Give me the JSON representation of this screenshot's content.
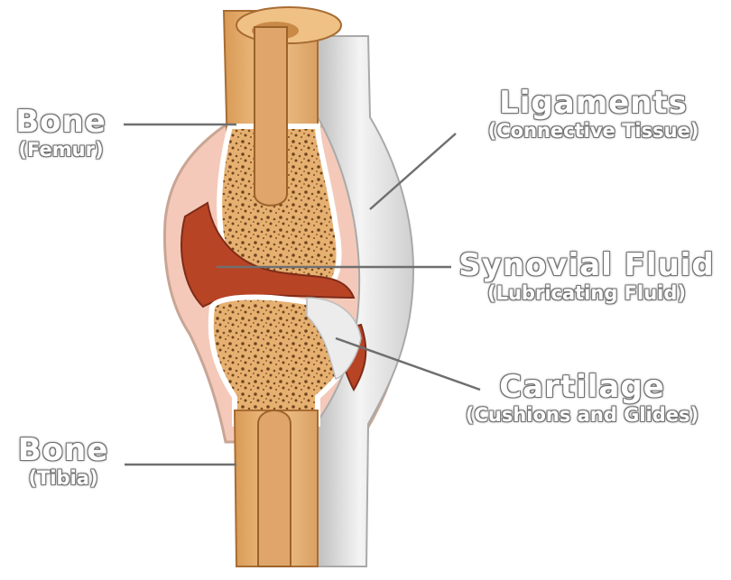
{
  "labels": {
    "femur": {
      "title": "Bone",
      "subtitle": "(Femur)"
    },
    "ligaments": {
      "title": "Ligaments",
      "subtitle": "(Connective Tissue)"
    },
    "synovial_fluid": {
      "title": "Synovial Fluid",
      "subtitle": "(Lubricating Fluid)"
    },
    "cartilage": {
      "title": "Cartilage",
      "subtitle": "(Cushions and Glides)"
    },
    "tibia": {
      "title": "Bone",
      "subtitle": "(Tibia)"
    }
  },
  "colors": {
    "bone": "#e6b070",
    "synovial_fluid": "#b84426",
    "capsule": "#f4c9b9",
    "ligament": "#f4f4f4",
    "label_text": "#ffffff",
    "leader_line": "#6f6f6f"
  }
}
